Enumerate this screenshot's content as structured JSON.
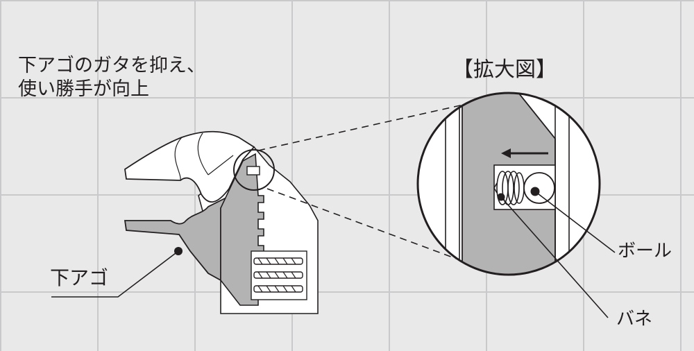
{
  "headline": {
    "line1": "下アゴのガタを抑え、",
    "line2": "使い勝手が向上"
  },
  "zoom_title": "【拡大図】",
  "labels": {
    "lower_jaw": "下アゴ",
    "ball": "ボール",
    "spring": "バネ"
  },
  "colors": {
    "background": "#e9e9ea",
    "grid": "#c9c9cb",
    "metal_gray": "#b3b3b3",
    "outline": "#231f20"
  }
}
